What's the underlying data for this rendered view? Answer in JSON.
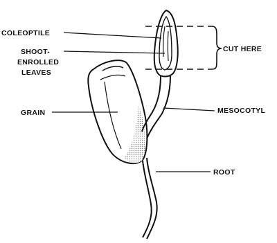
{
  "labels": {
    "coleoptile": "COLEOPTILE",
    "shoot_line1": "SHOOT-",
    "shoot_line2": "ENROLLED",
    "shoot_line3": "LEAVES",
    "grain": "GRAIN",
    "cut_here": "CUT HERE",
    "mesocotyl": "MESOCOTYL",
    "root": "ROOT"
  },
  "colors": {
    "ink": "#111111",
    "shading": "#bdbdbd",
    "background": "#ffffff"
  }
}
